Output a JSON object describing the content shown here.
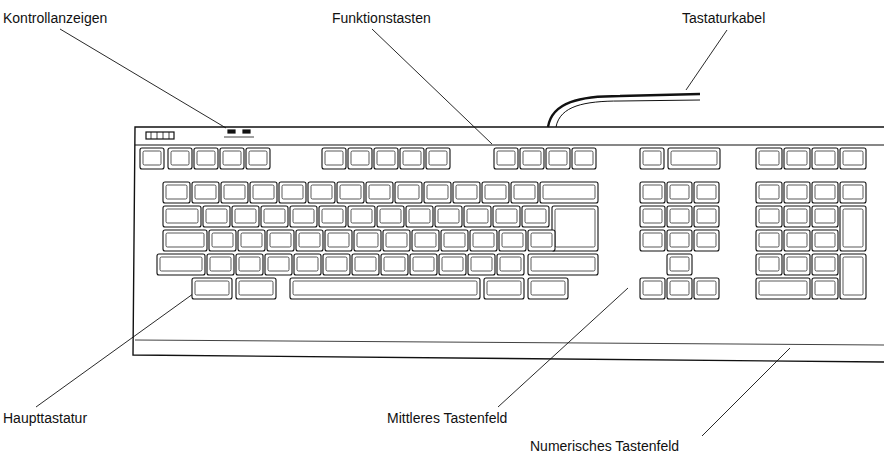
{
  "diagram": {
    "labels": [
      "Kontrollanzeigen",
      "Funktionstasten",
      "Tastaturkabel",
      "Haupttastatur",
      "Mittleres Tastenfeld",
      "Numerisches Tastenfeld"
    ]
  }
}
